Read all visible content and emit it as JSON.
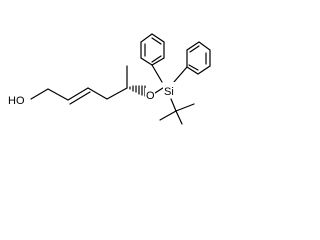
{
  "molecule": {
    "atoms": {
      "hydroxyl": "HO",
      "ether_oxygen": "O",
      "silicon": "Si"
    },
    "stereo": {
      "wedge_bond": "hashed"
    }
  }
}
